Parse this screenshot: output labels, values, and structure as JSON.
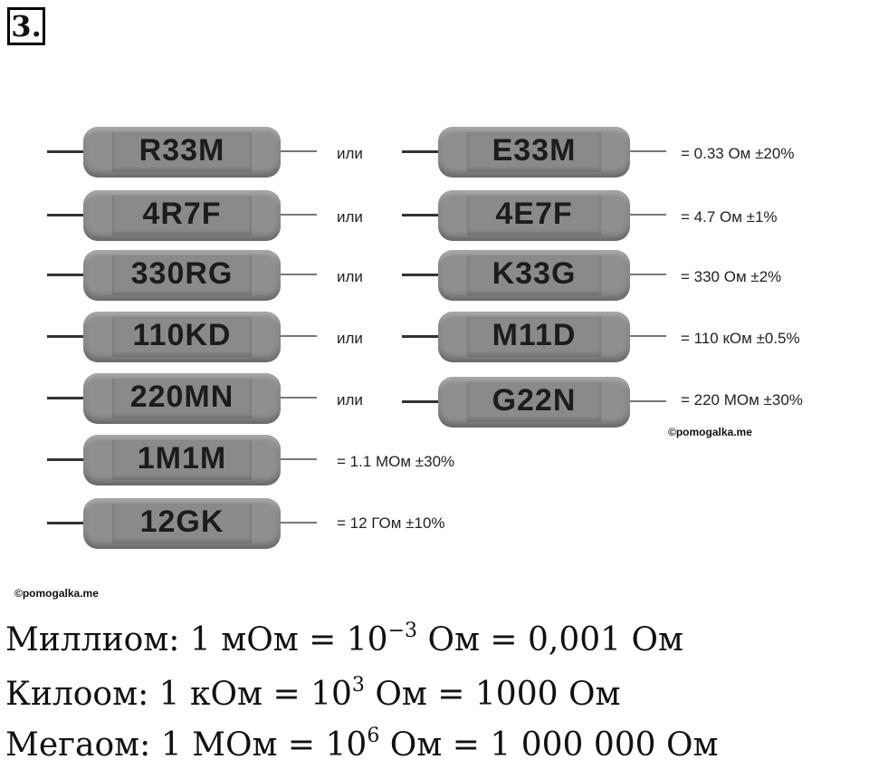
{
  "task_number": "3.",
  "connector_word": "или",
  "rows": [
    {
      "left_code": "R33M",
      "right_code": "E33M",
      "value": "= 0.33 Ом ±20%"
    },
    {
      "left_code": "4R7F",
      "right_code": "4E7F",
      "value": "= 4.7 Ом ±1%"
    },
    {
      "left_code": "330RG",
      "right_code": "K33G",
      "value": "= 330 Ом ±2%"
    },
    {
      "left_code": "110KD",
      "right_code": "M11D",
      "value": "= 110 кОм ±0.5%"
    },
    {
      "left_code": "220MN",
      "right_code": "G22N",
      "value": "= 220 МОм ±30%"
    },
    {
      "left_code": "1M1M",
      "value": "= 1.1 МОм ±30%"
    },
    {
      "left_code": "12GK",
      "value": "= 12 ГОм ±10%"
    }
  ],
  "watermarks": [
    "©pomogalka.me",
    "©pomogalka.me"
  ],
  "definitions": [
    {
      "name": "Миллиом: ",
      "expr": "1 мОм = 10",
      "exp": "−3",
      "rest": " Ом = 0,001 Ом"
    },
    {
      "name": "Килоом: ",
      "expr": "1 кОм = 10",
      "exp": "3",
      "rest": " Ом = 1000 Ом"
    },
    {
      "name": "Мегаом: ",
      "expr": "1 МОм = 10",
      "exp": "6",
      "rest": " Ом = 1 000 000 Ом"
    }
  ]
}
